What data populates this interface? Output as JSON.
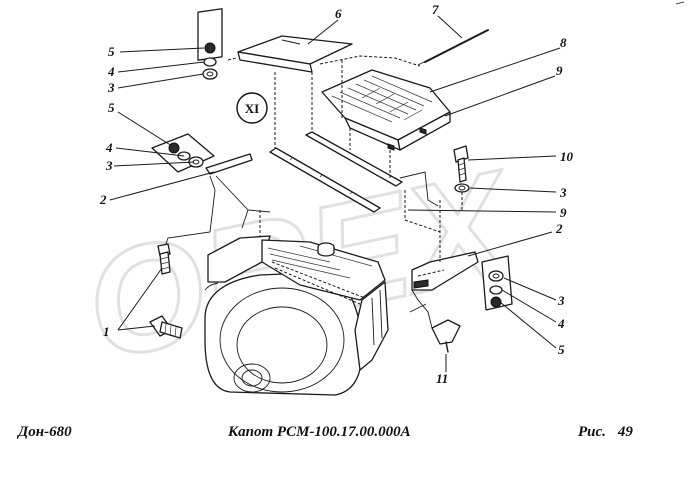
{
  "caption": {
    "left": "Дон-680",
    "center": "Капот РСМ-100.17.00.000А",
    "right_label": "Рис.",
    "right_number": "49"
  },
  "section_mark": "XI",
  "watermark": "OREX",
  "callouts": {
    "c6": "6",
    "c7": "7",
    "c8": "8",
    "c9a": "9",
    "c5a": "5",
    "c4a": "4",
    "c3a": "3",
    "c5b": "5",
    "c4b": "4",
    "c3b": "3",
    "c2a": "2",
    "c10": "10",
    "c3c": "3",
    "c9b": "9",
    "c2b": "2",
    "c1": "1",
    "c3d": "3",
    "c4c": "4",
    "c5c": "5",
    "c11": "11"
  }
}
